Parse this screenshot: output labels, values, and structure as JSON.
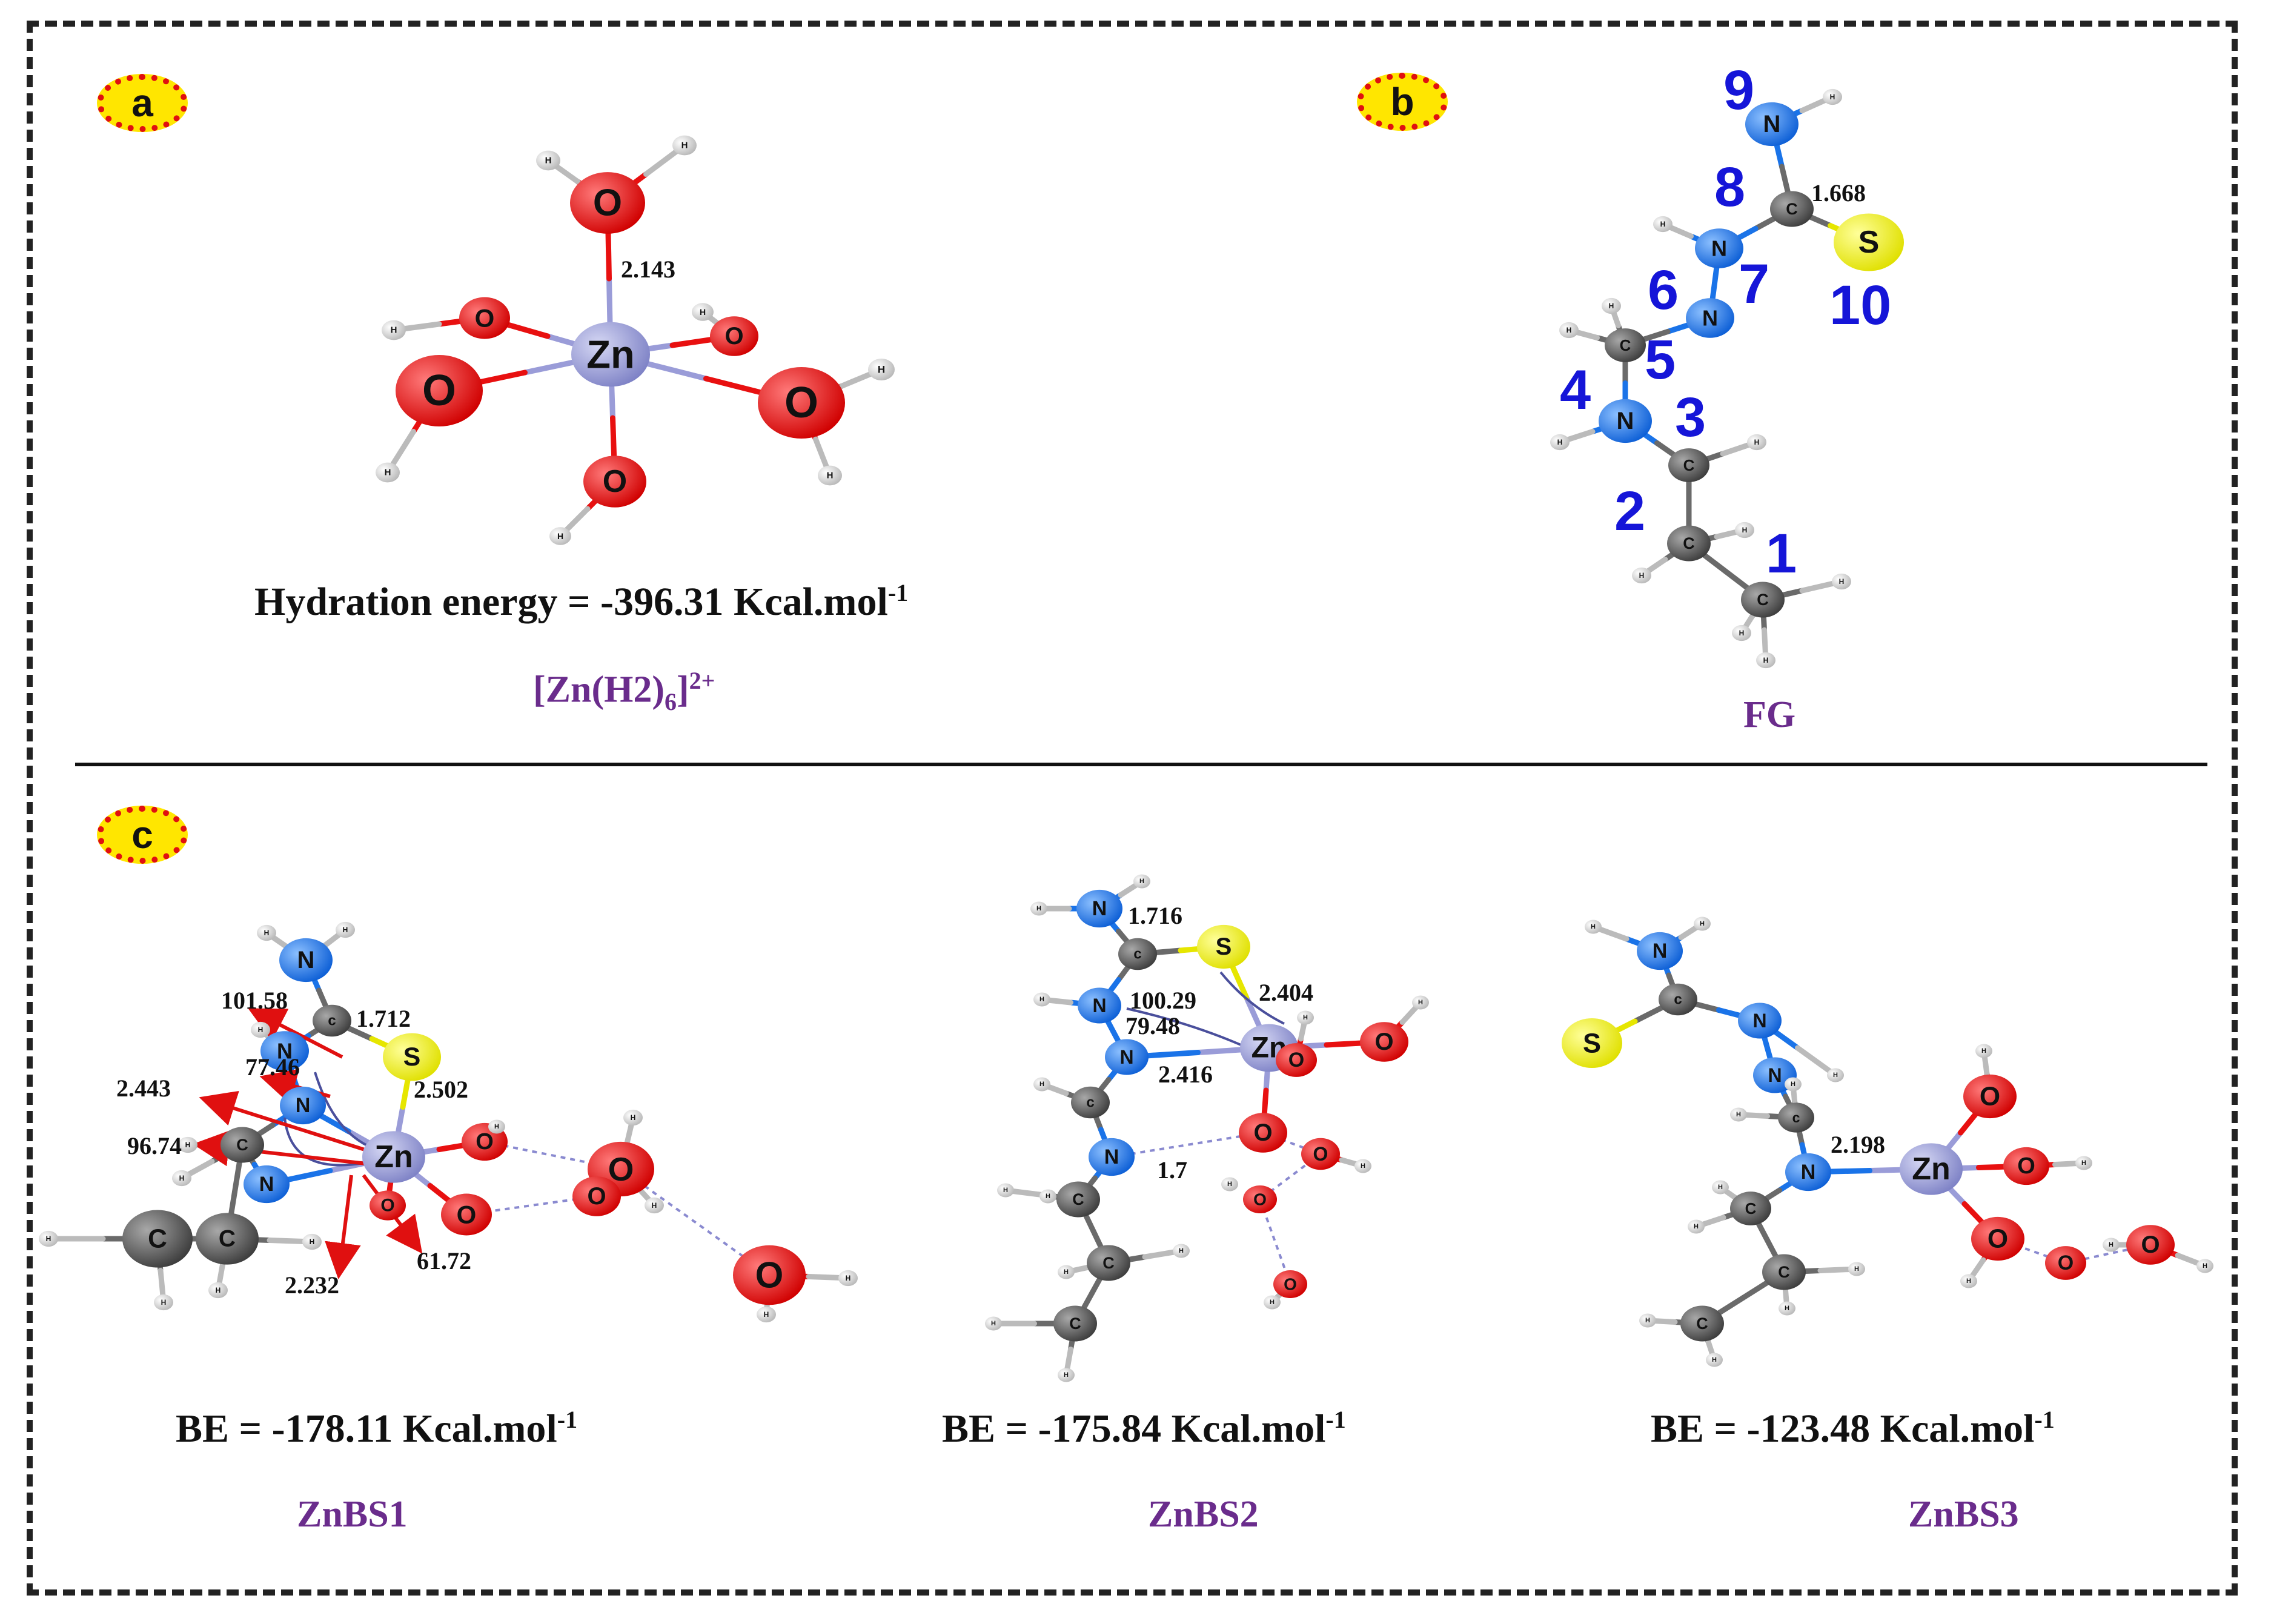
{
  "panels": {
    "a": {
      "badge": "a",
      "energy_label": "Hydration energy  = -396.31 Kcal.mol",
      "energy_sup": "-1",
      "complex_prefix": "[Zn(H2)",
      "complex_sub": "6",
      "complex_suffix": "]",
      "complex_sup": "2+",
      "bond_label": "2.143"
    },
    "b": {
      "badge": "b",
      "name": "FG",
      "bond_label": "1.668",
      "atom_numbers": [
        "1",
        "2",
        "3",
        "4",
        "5",
        "6",
        "7",
        "8",
        "9",
        "10"
      ]
    },
    "c": {
      "badge": "c",
      "structures": [
        {
          "name": "ZnBS1",
          "energy_label": "BE  = -178.11 Kcal.mol",
          "energy_sup": "-1",
          "labels": [
            "101.58",
            "1.712",
            "77.46",
            "2.502",
            "2.443",
            "96.74",
            "2.232",
            "61.72"
          ]
        },
        {
          "name": "ZnBS2",
          "energy_label": "BE  = -175.84 Kcal.mol",
          "energy_sup": "-1",
          "labels": [
            "1.716",
            "100.29",
            "79.48",
            "2.404",
            "2.416",
            "1.7"
          ]
        },
        {
          "name": "ZnBS3",
          "energy_label": "BE  = -123.48 Kcal.mol",
          "energy_sup": "-1",
          "labels": [
            "2.198"
          ]
        }
      ]
    }
  },
  "atom_symbols": {
    "zn": "Zn",
    "o": "O",
    "n": "N",
    "c": "C",
    "s": "S",
    "h": "H"
  },
  "colors": {
    "zinc": "#8c8fd2",
    "oxygen": "#e80d0d",
    "nitrogen": "#1a73e8",
    "carbon": "#555555",
    "sulfur": "#f0f000",
    "hydrogen": "#e4e4e4",
    "annotation_arrow": "#e01010",
    "atom_number": "#1515d8",
    "structure_name": "#6a2c8c"
  }
}
